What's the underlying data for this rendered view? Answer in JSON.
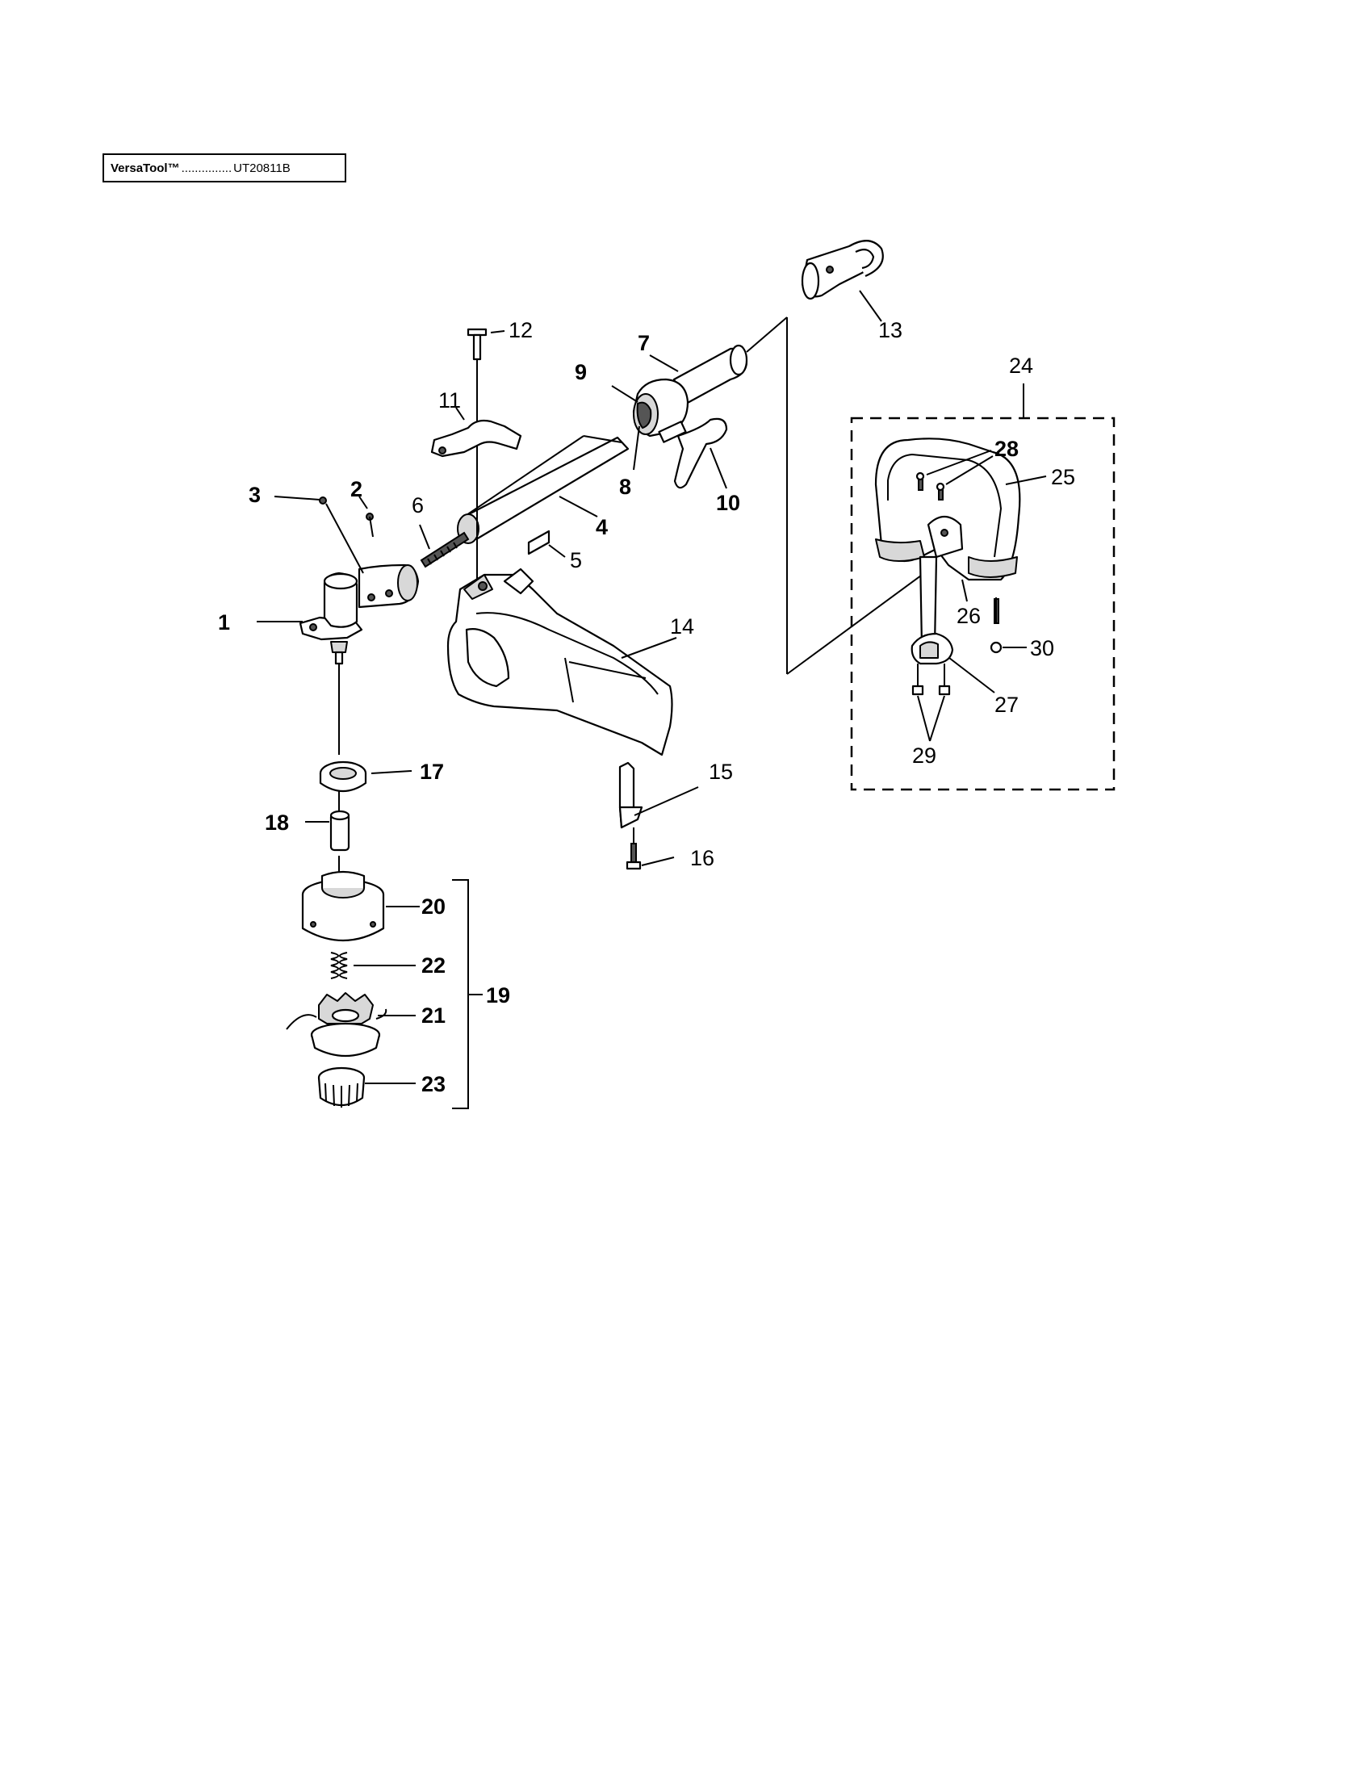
{
  "header": {
    "model_name": "VersaTool™",
    "leader_dots": "...............",
    "model_number": "UT20811B"
  },
  "callouts": {
    "c1": "1",
    "c2": "2",
    "c3": "3",
    "c4": "4",
    "c5": "5",
    "c6": "6",
    "c7": "7",
    "c8": "8",
    "c9": "9",
    "c10": "10",
    "c11": "11",
    "c12": "12",
    "c13": "13",
    "c14": "14",
    "c15": "15",
    "c16": "16",
    "c17": "17",
    "c18": "18",
    "c19": "19",
    "c20": "20",
    "c21": "21",
    "c22": "22",
    "c23": "23",
    "c24": "24",
    "c25": "25",
    "c26": "26",
    "c27": "27",
    "c28": "28",
    "c29": "29",
    "c30": "30"
  }
}
